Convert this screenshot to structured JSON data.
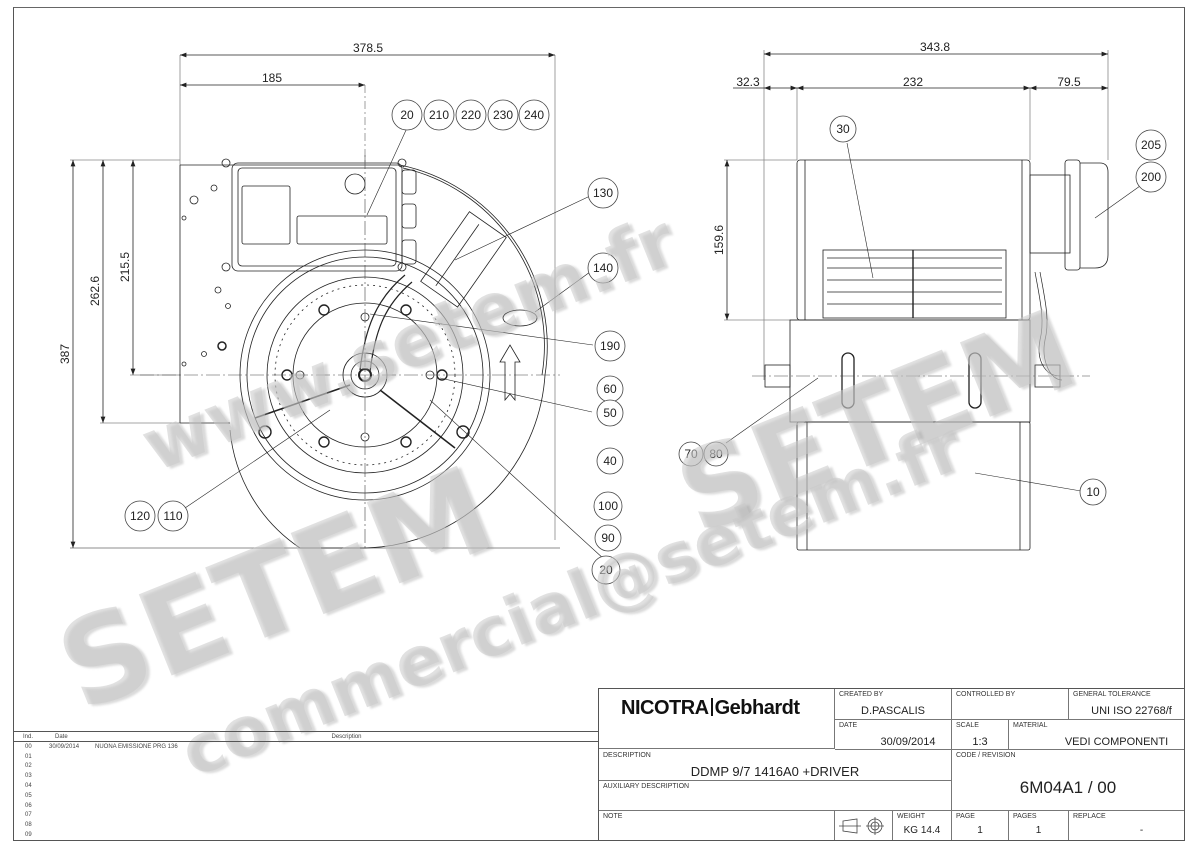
{
  "drawing": {
    "front_view": {
      "dimensions": {
        "overall_width": "378.5",
        "center_offset": "185",
        "overall_height": "387",
        "height_to_outlet": "262.6",
        "height_to_axis": "215.5"
      },
      "balloons_top_row": [
        "20",
        "210",
        "220",
        "230",
        "240"
      ],
      "balloons_right": [
        "130",
        "140",
        "190",
        "60",
        "50",
        "40",
        "100",
        "90",
        "20"
      ],
      "balloons_left": [
        "120",
        "110"
      ]
    },
    "side_view": {
      "dimensions": {
        "overall_width": "343.8",
        "left_offset": "32.3",
        "housing_width": "232",
        "motor_projection": "79.5",
        "outlet_height": "159.6"
      },
      "balloons": [
        "30",
        "205",
        "200",
        "70",
        "80",
        "10"
      ]
    },
    "watermarks": [
      "www.setem.fr",
      "SETEM",
      "SETEM",
      "commercial@setem.fr"
    ]
  },
  "revision_table": {
    "headers": {
      "ind": "Ind.",
      "date": "Date",
      "description": "Description"
    },
    "rows": [
      {
        "ind": "00",
        "date": "30/09/2014",
        "description": "NUONA EMISSIONE PRG 136"
      },
      {
        "ind": "01",
        "date": "",
        "description": ""
      },
      {
        "ind": "02",
        "date": "",
        "description": ""
      },
      {
        "ind": "03",
        "date": "",
        "description": ""
      },
      {
        "ind": "04",
        "date": "",
        "description": ""
      },
      {
        "ind": "05",
        "date": "",
        "description": ""
      },
      {
        "ind": "06",
        "date": "",
        "description": ""
      },
      {
        "ind": "07",
        "date": "",
        "description": ""
      },
      {
        "ind": "08",
        "date": "",
        "description": ""
      },
      {
        "ind": "09",
        "date": "",
        "description": ""
      }
    ]
  },
  "title_block": {
    "logo_left": "NICOTRA",
    "logo_right": "Gebhardt",
    "created_by_label": "CREATED BY",
    "created_by": "D.PASCALIS",
    "controlled_by_label": "CONTROLLED BY",
    "controlled_by": "",
    "general_tolerance_label": "GENERAL TOLERANCE",
    "general_tolerance": "UNI ISO 22768/f",
    "date_label": "DATE",
    "date": "30/09/2014",
    "scale_label": "SCALE",
    "scale": "1:3",
    "material_label": "MATERIAL",
    "material": "VEDI COMPONENTI",
    "description_label": "DESCRIPTION",
    "description": "DDMP 9/7 1416A0 +DRIVER",
    "code_revision_label": "CODE / REVISION",
    "code_revision": "6M04A1 / 00",
    "auxiliary_description_label": "AUXILIARY DESCRIPTION",
    "auxiliary_description": "",
    "note_label": "NOTE",
    "note": "",
    "projection_symbol": "first-angle-projection-icon",
    "weight_label": "WEIGHT",
    "weight": "KG 14.4",
    "page_label": "PAGE",
    "page": "1",
    "pages_label": "PAGES",
    "pages": "1",
    "replace_label": "REPLACE",
    "replace": "-"
  }
}
